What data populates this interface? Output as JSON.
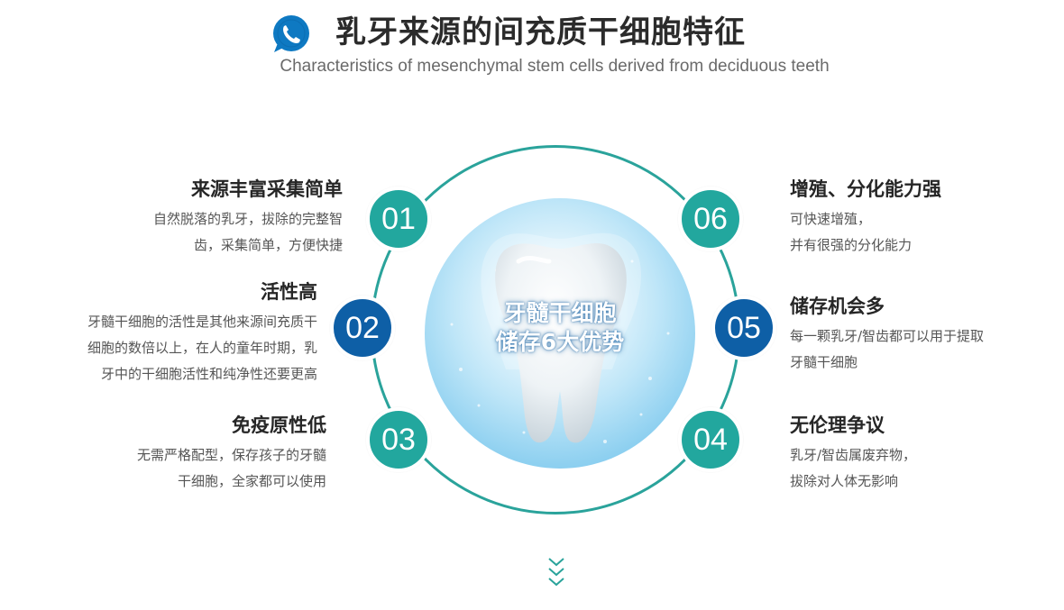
{
  "header": {
    "title": "乳牙来源的间充质干细胞特征",
    "subtitle": "Characteristics of mesenchymal stem cells derived from deciduous teeth",
    "logo_icon": "phone-bubble-icon"
  },
  "center": {
    "line1": "牙髓干细胞",
    "line2": "储存6大优势"
  },
  "features": [
    {
      "num": "01",
      "title": "来源丰富采集简单",
      "desc_lines": [
        "自然脱落的乳牙，拔除的完整智",
        "齿，采集简单，方便快捷"
      ]
    },
    {
      "num": "02",
      "title": "活性高",
      "desc_lines": [
        "牙髓干细胞的活性是其他来源间充质干",
        "细胞的数倍以上，在人的童年时期，乳",
        "牙中的干细胞活性和纯净性还要更高"
      ]
    },
    {
      "num": "03",
      "title": "免疫原性低",
      "desc_lines": [
        "无需严格配型，保存孩子的牙髓",
        "干细胞，全家都可以使用"
      ]
    },
    {
      "num": "04",
      "title": "无伦理争议",
      "desc_lines": [
        "乳牙/智齿属废弃物，",
        "拔除对人体无影响"
      ]
    },
    {
      "num": "05",
      "title": "储存机会多",
      "desc_lines": [
        "每一颗乳牙/智齿都可以用于提取",
        "牙髓干细胞"
      ]
    },
    {
      "num": "06",
      "title": "增殖、分化能力强",
      "desc_lines": [
        "可快速增殖，",
        "并有很强的分化能力"
      ]
    }
  ],
  "colors": {
    "teal": "#22a79e",
    "blue": "#0e5fa6",
    "ring": "#2aa39b"
  },
  "scroll_icon": "chevrons-down-icon"
}
